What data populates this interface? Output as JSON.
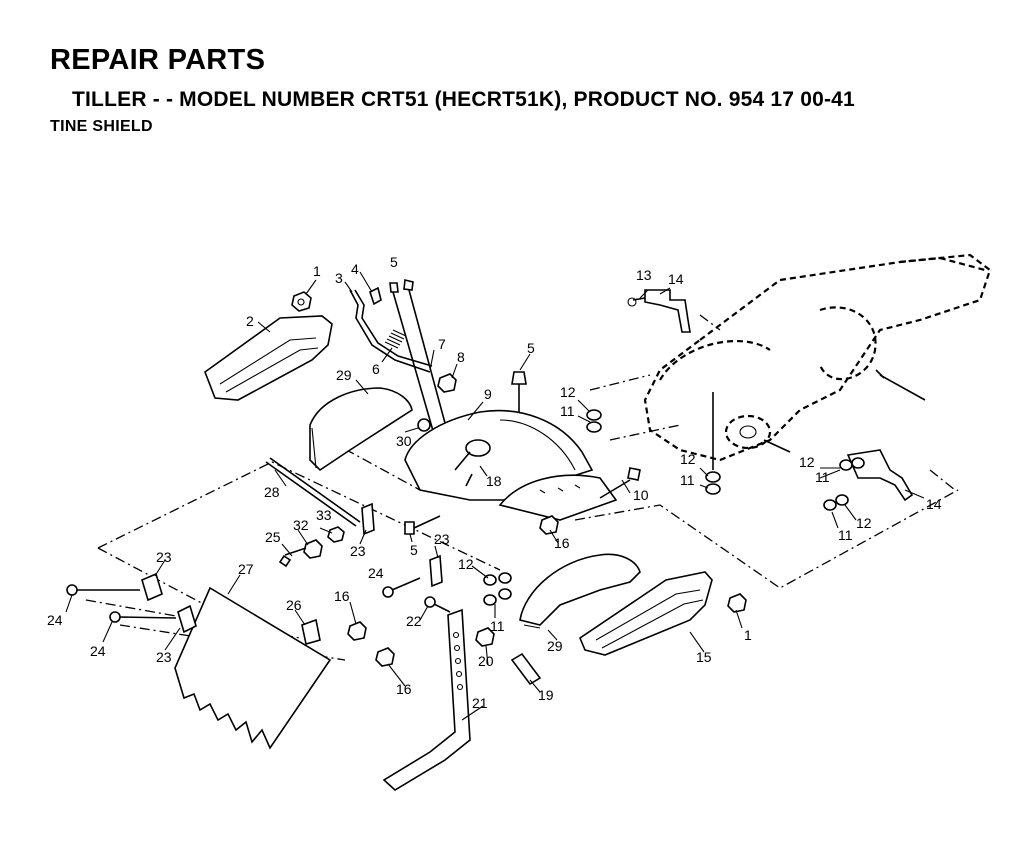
{
  "header": {
    "title": "REPAIR PARTS",
    "subtitle": "TILLER - - MODEL NUMBER CRT51 (HECRT51K), PRODUCT NO. 954 17 00-41",
    "section": "TINE SHIELD"
  },
  "callouts": {
    "c1a": "1",
    "c2": "2",
    "c3": "3",
    "c4": "4",
    "c5a": "5",
    "c6": "6",
    "c7": "7",
    "c8": "8",
    "c5b": "5",
    "c29a": "29",
    "c9": "9",
    "c30": "30",
    "c12a": "12",
    "c11a": "11",
    "c13": "13",
    "c14a": "14",
    "c12b": "12",
    "c11b": "11",
    "c12c": "12",
    "c11c": "11",
    "c11d": "11",
    "c12d": "12",
    "c14b": "14",
    "c18": "18",
    "c10": "10",
    "c28": "28",
    "c33": "33",
    "c32": "32",
    "c25": "25",
    "c23a": "23",
    "c5c": "5",
    "c23b": "23",
    "c16a": "16",
    "c12e": "12",
    "c11e": "11",
    "c29b": "29",
    "c15": "15",
    "c1b": "1",
    "c23c": "23",
    "c27": "27",
    "c24a": "24",
    "c26": "26",
    "c16b": "16",
    "c22": "22",
    "c24b": "24",
    "c24c": "24",
    "c23d": "23",
    "c20": "20",
    "c16c": "16",
    "c19": "19",
    "c21": "21"
  }
}
